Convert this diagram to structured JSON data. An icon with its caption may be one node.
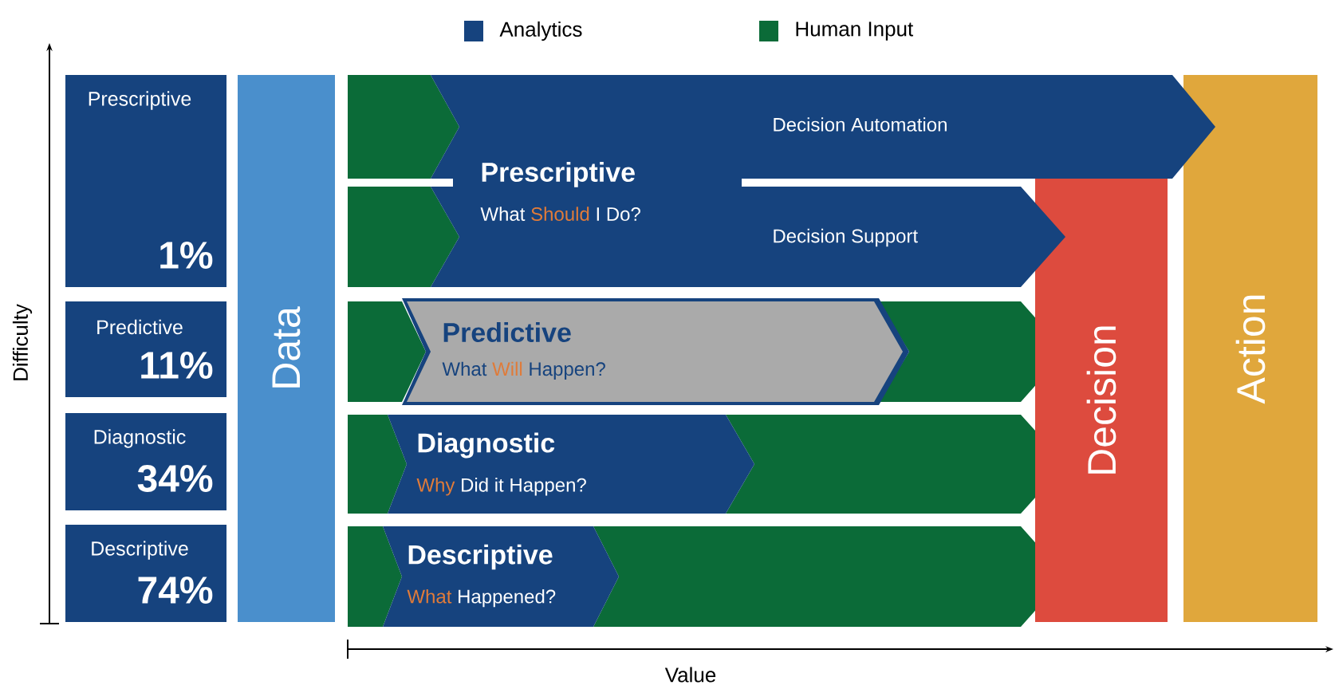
{
  "diagram": {
    "nodes": [
      {
        "text": [
          "Prescriptive",
          "1%"
        ]
      },
      {
        "text": [
          "Predictive",
          "11%"
        ]
      },
      {
        "text": [
          "Diagnostic",
          "34%"
        ]
      },
      {
        "text": [
          "Descriptive",
          "74%"
        ]
      },
      {
        "text": [
          "Data"
        ]
      },
      {
        "text": [
          "Prescriptive",
          "What **Should** I Do?"
        ]
      },
      {
        "text": [
          "Decision Automation"
        ],
        "in": 5
      },
      {
        "text": [
          "Decision Support"
        ],
        "in": 5
      },
      {
        "text": [
          "Predictive",
          "What **Will** Happen?"
        ]
      },
      {
        "text": [
          "Diagnostic",
          "**Why** Did it Happen?"
        ]
      },
      {
        "text": [
          "Descriptive",
          "**What** Happened?"
        ]
      },
      {
        "text": [
          "Decision"
        ]
      },
      {
        "text": [
          "Action"
        ]
      }
    ],
    "labels": [
      "Difficulty",
      "Value"
    ],
    "legend": [
      {
        "text": "Analytics",
        "color": "#16437e"
      },
      {
        "text": "Human Input",
        "color": "#0b6b38"
      }
    ]
  }
}
